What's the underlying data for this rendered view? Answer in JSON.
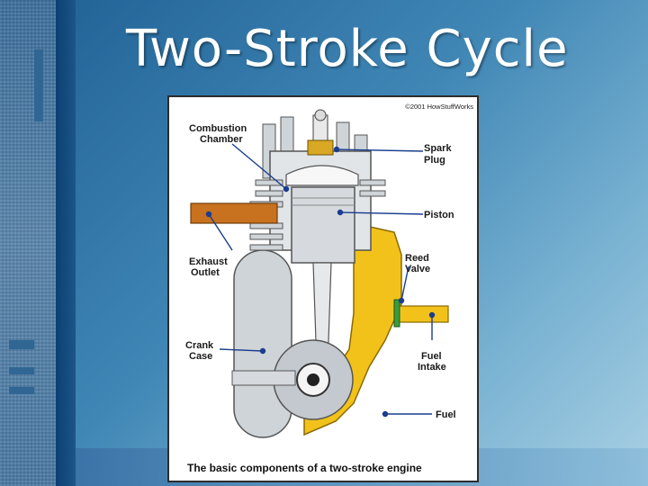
{
  "slide": {
    "title": "Two-Stroke Cycle"
  },
  "figure": {
    "copyright": "©2001 HowStuffWorks",
    "caption": "The basic components of a two-stroke engine",
    "labels": {
      "combustion_chamber": [
        "Combustion",
        "Chamber"
      ],
      "spark_plug": [
        "Spark",
        "Plug"
      ],
      "piston": "Piston",
      "exhaust_outlet": [
        "Exhaust",
        "Outlet"
      ],
      "reed_valve": [
        "Reed",
        "Valve"
      ],
      "crank_case": [
        "Crank",
        "Case"
      ],
      "fuel_intake": [
        "Fuel",
        "Intake"
      ],
      "fuel": "Fuel"
    }
  },
  "colors": {
    "fuel_yellow": "#f2c21b",
    "exhaust_orange": "#c8711e",
    "metal_grey": "#cfd4d8",
    "leader_blue": "#1a3d8f"
  }
}
